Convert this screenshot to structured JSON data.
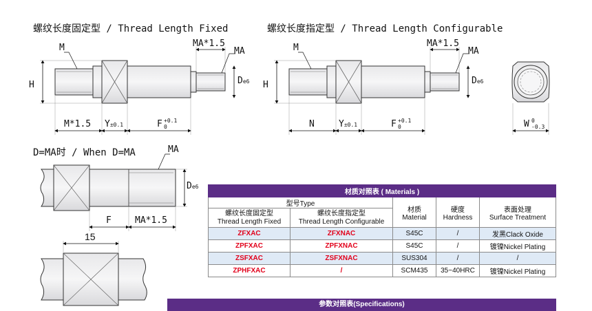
{
  "captions": {
    "fixed": "螺纹长度固定型 / Thread Length Fixed",
    "configurable": "螺纹长度指定型 / Thread Length Configurable",
    "when": "D=MA时 / When D=MA"
  },
  "labels": {
    "M": "M",
    "MA": "MA",
    "MA15": "MA*1.5",
    "M15": "M*1.5",
    "H": "H",
    "D": "D",
    "e6": "e6",
    "Y": "Y",
    "Y_tol": "±0.1",
    "F": "F",
    "F_tol_up": "+0.1",
    "F_tol_low": "0",
    "N": "N",
    "W": "W",
    "W_tol_up": "0",
    "W_tol_low": "-0.3",
    "dim15": "15"
  },
  "materials_table": {
    "title": "材质对照表 ( Materials )",
    "type_header": "型号Type",
    "col_fixed": [
      "螺纹长度固定型",
      "Thread Length Fixed"
    ],
    "col_config": [
      "螺纹长度指定型",
      "Thread Length Configurable"
    ],
    "col_material": [
      "材质",
      "Material"
    ],
    "col_hardness": [
      "硬度",
      "Hardness"
    ],
    "col_surface": [
      "表面处理",
      "Surface Treatment"
    ],
    "rows": [
      {
        "fixed": "ZFXAC",
        "config": "ZFXNAC",
        "material": "S45C",
        "hardness": "/",
        "surface": "发黑Clack Oxide"
      },
      {
        "fixed": "ZPFXAC",
        "config": "ZPFXNAC",
        "material": "S45C",
        "hardness": "/",
        "surface": "镀镍Nickel Plating"
      },
      {
        "fixed": "ZSFXAC",
        "config": "ZSFXNAC",
        "material": "SUS304",
        "hardness": "/",
        "surface": "/"
      },
      {
        "fixed": "ZPHFXAC",
        "config": "/",
        "material": "SCM435",
        "hardness": "35~40HRC",
        "surface": "镀镍Nickel Plating"
      }
    ]
  },
  "spec_bar": {
    "title": "参数对照表(Specifications)"
  }
}
